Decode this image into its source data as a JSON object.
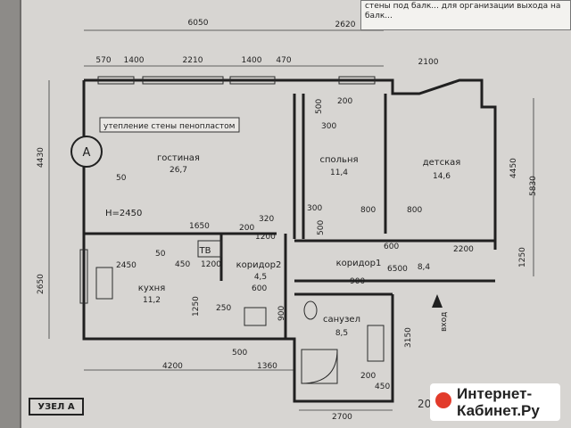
{
  "note_top": "стены под балк... для организации выхода на балк... ",
  "node_label": "УЗЕЛ А",
  "axis_marker": "А",
  "insulation_note": "утепление стены пенопластом",
  "height_note": "H=2450",
  "year": "20",
  "watermark": {
    "line1": "Интернет-",
    "line2": "Кабинет.Ру"
  },
  "dims": {
    "d6050": "6050",
    "d2620": "2620",
    "d570": "570",
    "d1400a": "1400",
    "d2210": "2210",
    "d1400b": "1400",
    "d470": "470",
    "d2100": "2100",
    "d4430": "4430",
    "d2650": "2650",
    "d50": "50",
    "d1650": "1650",
    "d320": "320",
    "d200a": "200",
    "d1200a": "1200",
    "d2450": "2450",
    "d50b": "50",
    "d450": "450",
    "d1200b": "1200",
    "d600a": "600",
    "d1250a": "1250",
    "d250": "250",
    "d900a": "900",
    "d200b": "200",
    "d300a": "300",
    "d500a": "500",
    "d300b": "300",
    "d800a": "800",
    "d800b": "800",
    "d500b": "500",
    "d600b": "600",
    "d2200": "2200",
    "d6500": "6500",
    "d900b": "900",
    "d4450": "4450",
    "d5830": "5830",
    "d1250b": "1250",
    "d3150": "3150",
    "d4200": "4200",
    "d1360": "1360",
    "d500c": "500",
    "d2700": "2700",
    "d200c": "200",
    "d450b": "450"
  },
  "rooms": {
    "living": {
      "name": "гостиная",
      "area": "26,7"
    },
    "bedroom": {
      "name": "спольня",
      "area": "11,4"
    },
    "children": {
      "name": "детская",
      "area": "14,6"
    },
    "kitchen": {
      "name": "кухня",
      "area": "11,2"
    },
    "corridor2": {
      "name": "коридор2",
      "area": "4,5"
    },
    "corridor1": {
      "name": "коридор1",
      "area": "8,4"
    },
    "bathroom": {
      "name": "санузел",
      "area": "8,5"
    },
    "tv": "ТВ",
    "entrance": "вход"
  }
}
